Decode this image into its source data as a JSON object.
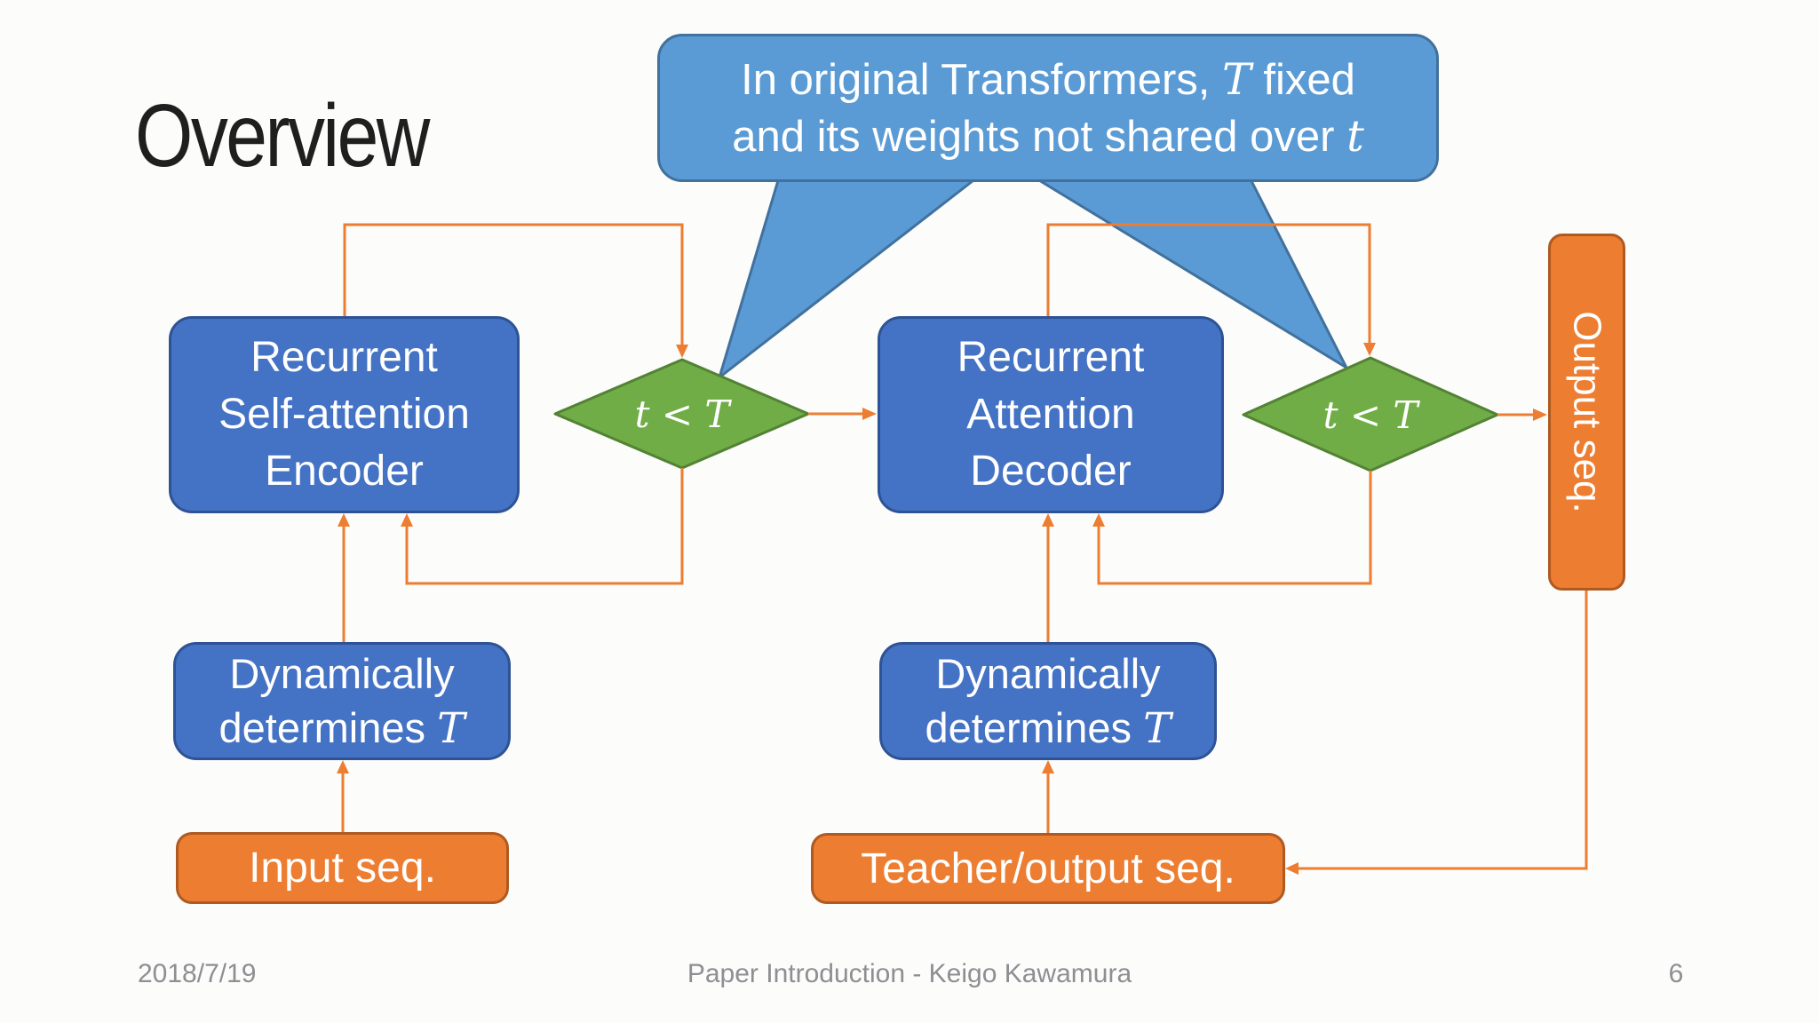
{
  "slide": {
    "title": "Overview",
    "background": "#FCFCFB"
  },
  "callout": {
    "line1_prefix": "In original Transformers,",
    "line1_var": "T",
    "line1_suffix": "fixed",
    "line2_prefix": "and its weights not shared over",
    "line2_var": "t",
    "fill": "#5B9BD5",
    "border": "#41719C"
  },
  "nodes": {
    "encoder": {
      "lines": [
        "Recurrent",
        "Self-attention",
        "Encoder"
      ]
    },
    "decoder": {
      "lines": [
        "Recurrent",
        "Attention",
        "Decoder"
      ]
    },
    "dyn_left": {
      "line1": "Dynamically",
      "line2_prefix": "determines",
      "line2_var": "T"
    },
    "dyn_right": {
      "line1": "Dynamically",
      "line2_prefix": "determines",
      "line2_var": "T"
    },
    "decision_left": {
      "label": "t < T"
    },
    "decision_right": {
      "label": "t < T"
    },
    "input_seq": {
      "label": "Input seq."
    },
    "teacher_seq": {
      "label": "Teacher/output seq."
    },
    "output_seq": {
      "label": "Output seq."
    }
  },
  "colors": {
    "node_blue": "#4472C4",
    "node_blue_border": "#2E5395",
    "callout_blue": "#5B9BD5",
    "callout_blue_border": "#41719C",
    "decision_green": "#70AD47",
    "decision_green_border": "#538234",
    "seq_orange": "#ED7D31",
    "seq_orange_border": "#AE5A21",
    "arrow_orange": "#ED7D31",
    "title_ink": "#1F1F1F",
    "footer_gray": "#8E8E93"
  },
  "footer": {
    "date": "2018/7/19",
    "center": "Paper Introduction - Keigo Kawamura",
    "page": "6"
  }
}
